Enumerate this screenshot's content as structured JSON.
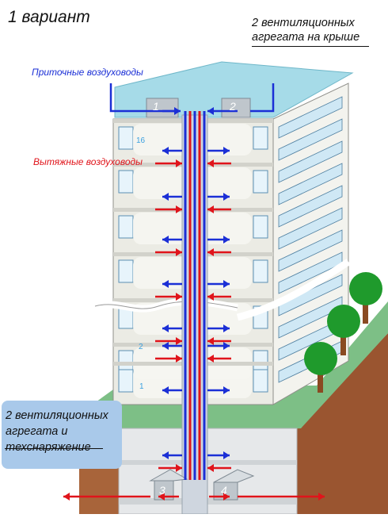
{
  "title": "1 вариант",
  "roof_units_note": "2 вентиляционных агрегата на крыше",
  "supply_ducts_label": "Приточные воздуховоды",
  "exhaust_ducts_label": "Вытяжные воздуховоды",
  "basement_units_note": "2 вентиляционных агрегата и техснаряжение",
  "floor_labels": [
    "16",
    "2",
    "1"
  ],
  "unit_labels": [
    "1",
    "2",
    "3",
    "4"
  ],
  "colors": {
    "supply": "#1b2fd6",
    "exhaust": "#e0141b",
    "note_box": "#a9c9ea",
    "roof": "#a6dbe8",
    "ground": "#7dbf86",
    "soil": "#a8643a",
    "facade": "#ebebe4",
    "tree": "#1f9a2c"
  }
}
